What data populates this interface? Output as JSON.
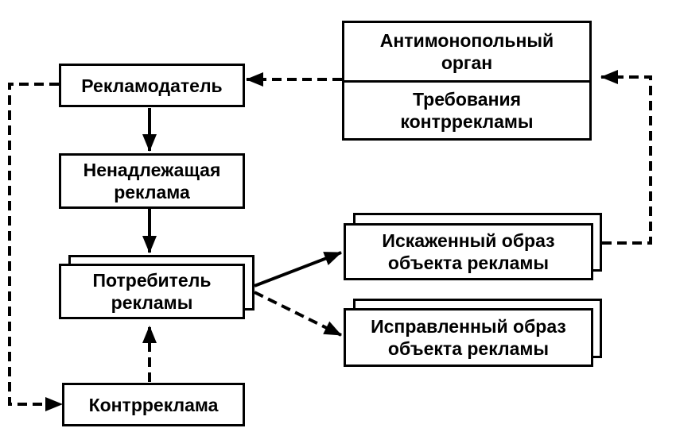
{
  "nodes": {
    "advertiser": "Рекламодатель",
    "improper_ad": "Ненадлежащая\nреклама",
    "consumer": "Потребитель\nрекламы",
    "counter_ad": "Контрреклама",
    "antimonopoly_title": "Антимонопольный\nорган",
    "antimonopoly_requirements": "Требования\nконтррекламы",
    "distorted_image": "Искаженный образ\nобъекта рекламы",
    "corrected_image": "Исправленный образ\nобъекта рекламы"
  },
  "colors": {
    "line": "#000000",
    "background": "#ffffff"
  }
}
